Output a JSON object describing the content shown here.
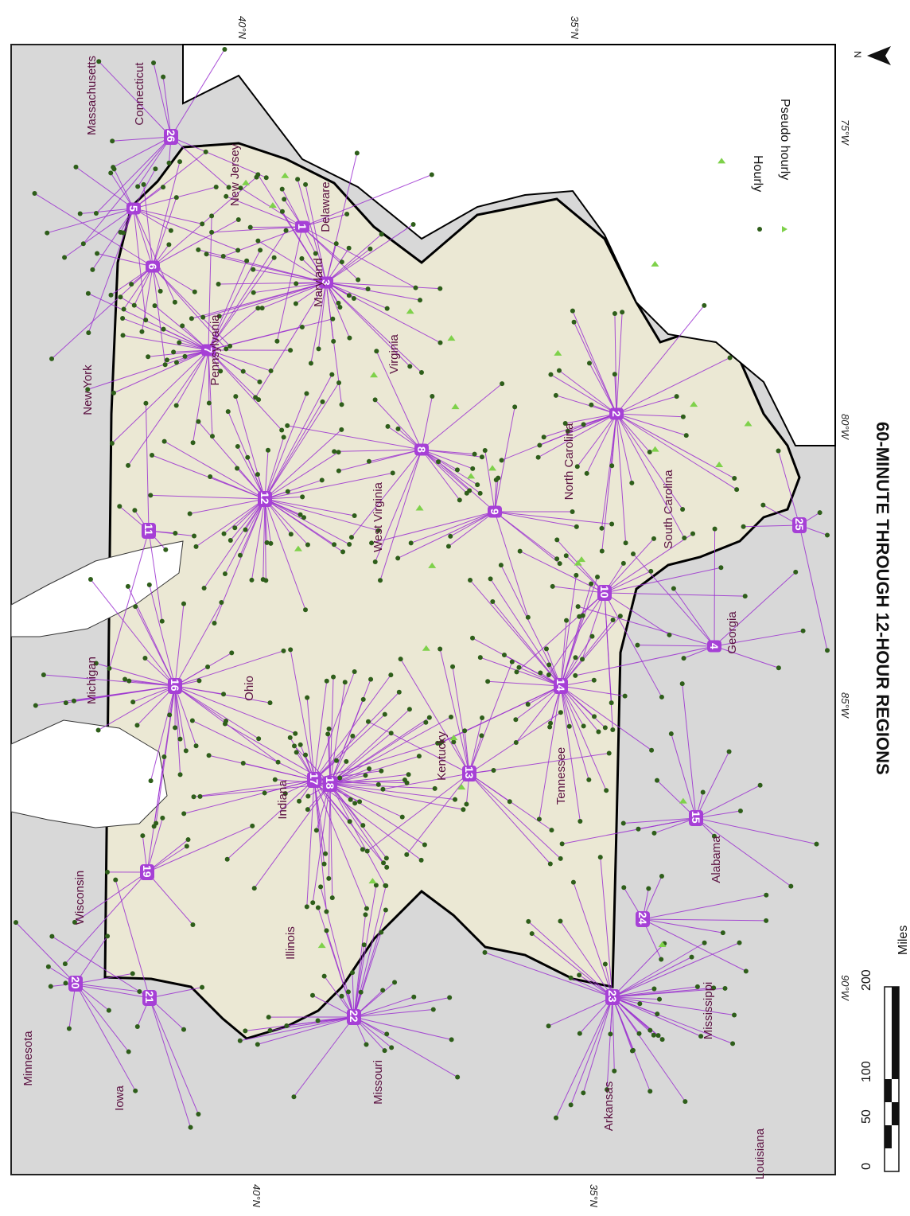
{
  "title": "60-MINUTE THROUGH 12-HOUR REGIONS",
  "latitude_labels": [
    {
      "text": "40°N"
    },
    {
      "text": "35°N"
    },
    {
      "text": "40°N"
    },
    {
      "text": "35°N"
    }
  ],
  "longitude_labels": [
    {
      "text": "75°W"
    },
    {
      "text": "80°W"
    },
    {
      "text": "85°W"
    },
    {
      "text": "90°W"
    }
  ],
  "legend": {
    "items": [
      {
        "label": "Hourly",
        "symbol": "dot",
        "color": "#2e5e1a"
      },
      {
        "label": "Pseudo hourly",
        "symbol": "triangle",
        "color": "#7ed14a"
      }
    ]
  },
  "north_arrow": {
    "label": "N"
  },
  "scale_bar": {
    "ticks": [
      "0",
      "50",
      "100",
      "200"
    ],
    "unit": "Miles"
  },
  "states": [
    "Massachusetts",
    "Connecticut",
    "New Jersey",
    "Delaware",
    "Maryland",
    "New York",
    "Pennsylvania",
    "Virginia",
    "North Carolina",
    "South Carolina",
    "West Virginia",
    "Georgia",
    "Michigan",
    "Ohio",
    "Kentucky",
    "Tennessee",
    "Indiana",
    "Alabama",
    "Illinois",
    "Wisconsin",
    "Mississippi",
    "Minnesota",
    "Iowa",
    "Missouri",
    "Arkansas",
    "Louisiana"
  ],
  "regions": [
    "1",
    "2",
    "3",
    "4",
    "5",
    "6",
    "7",
    "8",
    "9",
    "10",
    "11",
    "12",
    "13",
    "14",
    "15",
    "16",
    "17",
    "18",
    "19",
    "20",
    "21",
    "22",
    "23",
    "24",
    "25",
    "26"
  ],
  "colors": {
    "study_area": "#ebe8d4",
    "surrounding": "#d8d8d8",
    "water": "#ffffff",
    "spokes": "#9b30d0",
    "region_badge": "#a640d6",
    "boundary": "#000000"
  }
}
